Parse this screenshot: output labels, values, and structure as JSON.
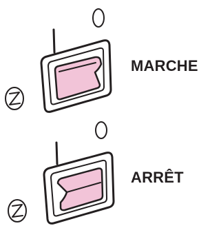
{
  "colors": {
    "rocker_fill": "#f2c4d8",
    "outline": "#231f20",
    "background": "#ffffff"
  },
  "icons": [
    "on-mark-icon",
    "off-mark-icon",
    "screw-icon"
  ],
  "switches": [
    {
      "state": "on",
      "label": "MARCHE",
      "on_mark": "I",
      "off_mark": "O"
    },
    {
      "state": "off",
      "label": "ARRÊT",
      "on_mark": "I",
      "off_mark": "O"
    }
  ]
}
